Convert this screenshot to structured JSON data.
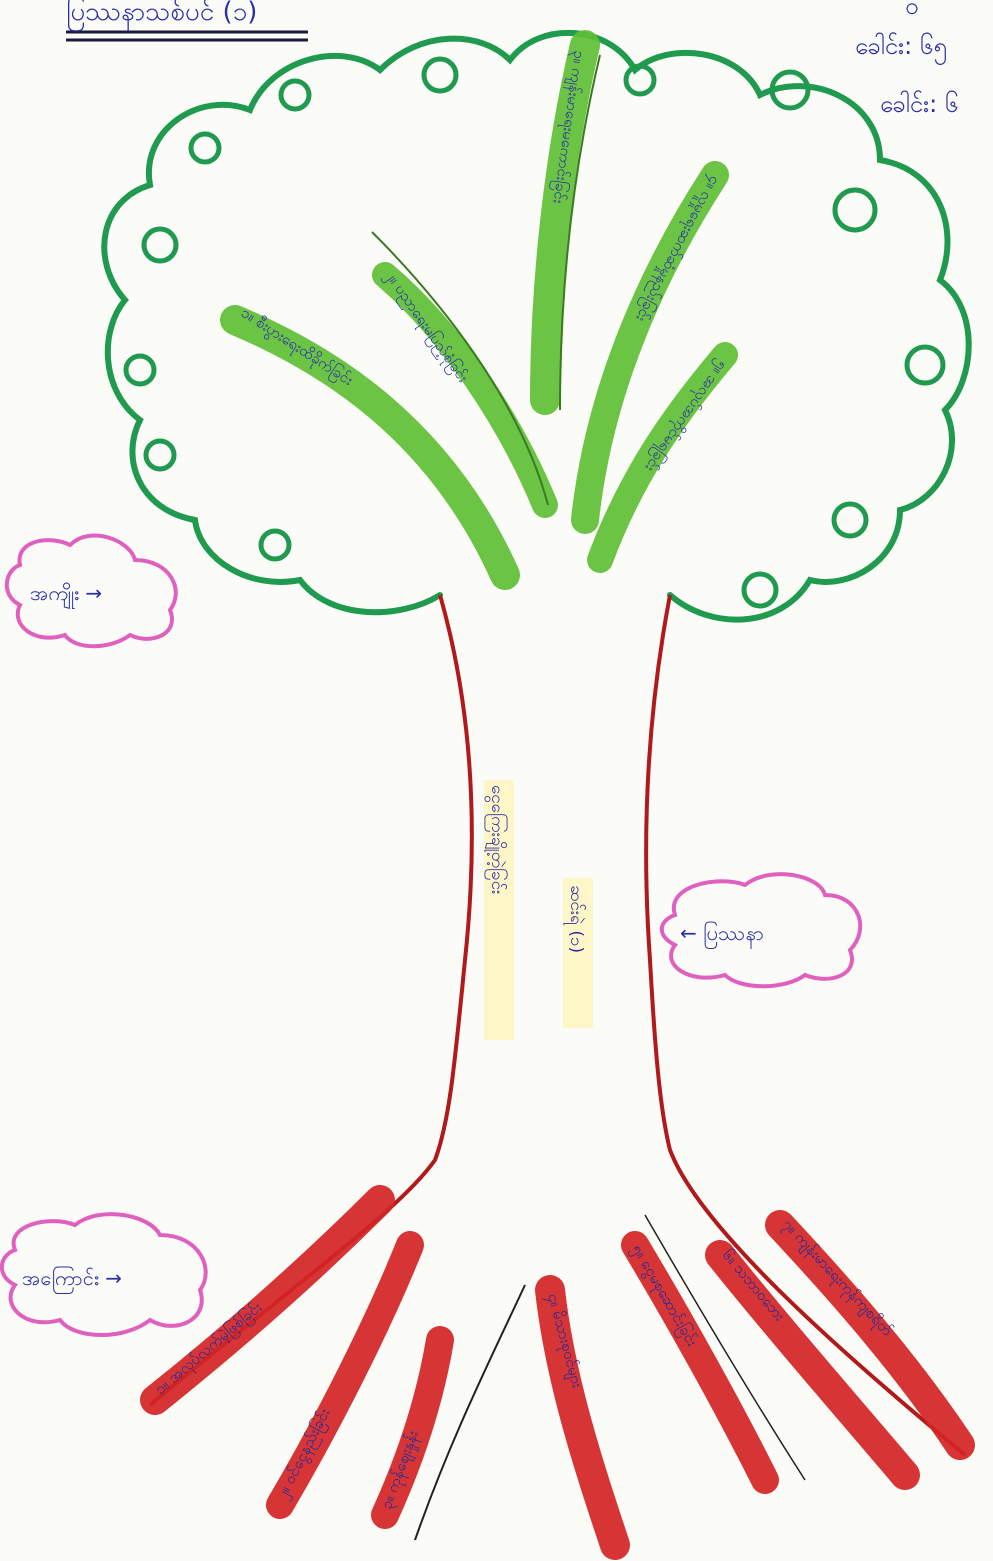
{
  "title": "ပြဿနာသစ်ပင် (၁)",
  "corner_notes": [
    "ဝ",
    "ခေါင်း: ၆၅",
    "ခေါင်း: ၆"
  ],
  "callouts": {
    "leaves": "အကျိုး →",
    "problem": "← ပြဿနာ",
    "roots": "အကြောင်း →"
  },
  "trunk": {
    "label_1": "ငွေကြေးချို့တဲ့ခြင်း",
    "label_2": "ဆင်းရဲ (၁)"
  },
  "branches": [
    "၁။ စီးပွားရေးထိခိုက်ခြင်း",
    "၂။ ပညာရေးမပြည့်စုံခြင်း",
    "၃။ ကျန်းမာရေးမကောင်းခြင်း",
    "၄။ လူမှုရေးဆက်ဆံမှုနည်းခြင်း",
    "၅။ အလုပ်အကိုင်မရခြင်း"
  ],
  "roots": [
    "၁။ အလုပ်လက်မဲ့ဖြစ်ခြင်း",
    "၂။ ဝင်ငွေနည်းခြင်း",
    "၃။ ကုန်ဈေးနှုန်း",
    "၄။ မိသားစုဝင်များ",
    "၅။ ငွေမစုဆောင်းခြင်း",
    "၆။ သဘာဝဘေး",
    "၇။ ကျန်းမာရေးကုန်ကျစရိတ်"
  ],
  "colors": {
    "canopy_outline": "#1f9a4f",
    "branch_fill": "#5fbf35",
    "trunk_line": "#b01a1a",
    "root_fill": "#d42424",
    "callout_outline": "#e060c0",
    "ink": "#2a2fa8"
  }
}
